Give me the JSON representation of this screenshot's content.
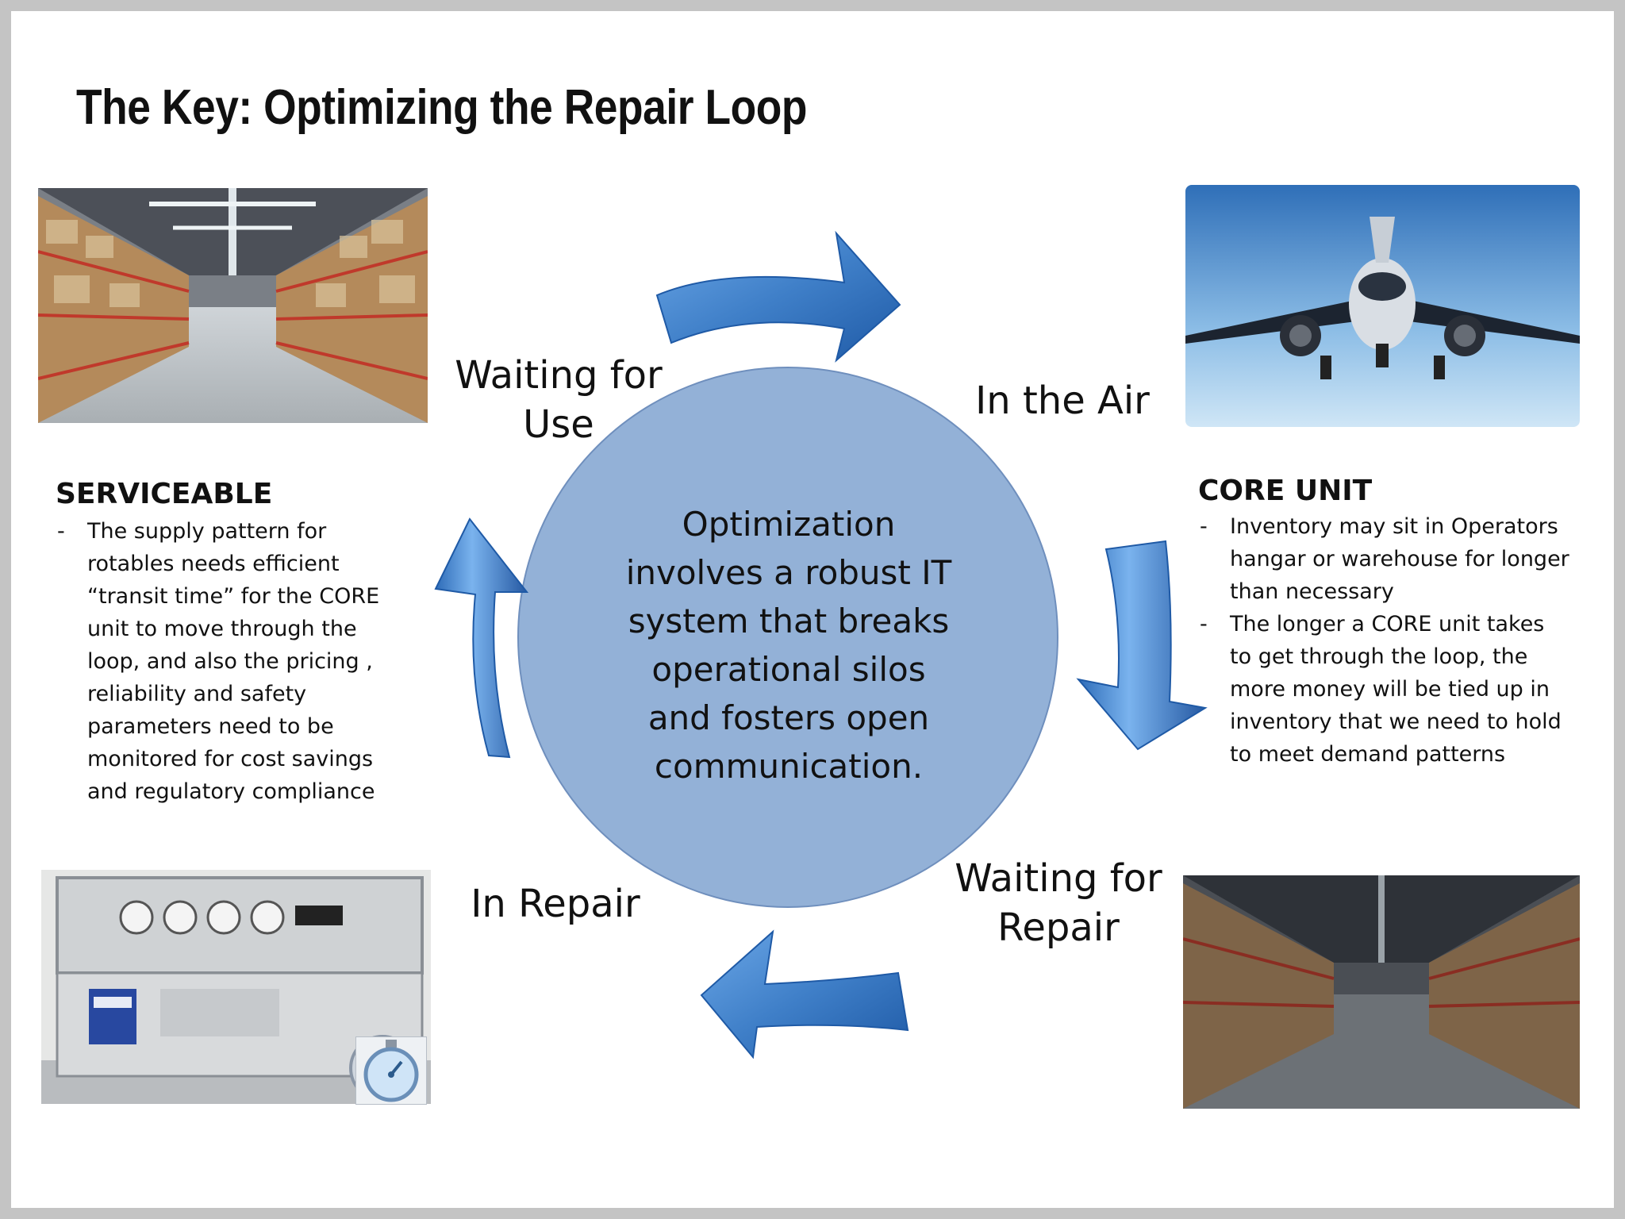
{
  "title": "The Key: Optimizing the Repair Loop",
  "loop": {
    "waiting_for_use": [
      "Waiting for",
      "Use"
    ],
    "in_the_air": "In the Air",
    "waiting_for_repair": [
      "Waiting for",
      "Repair"
    ],
    "in_repair": "In Repair"
  },
  "center_text": "Optimization involves a robust IT system that breaks operational silos and fosters open communication.",
  "serviceable": {
    "title": "SERVICEABLE",
    "bullets": [
      "The supply pattern for rotables needs efficient “transit time” for the CORE unit to move through the loop, and also the pricing , reliability and safety parameters need to be monitored for cost savings and regulatory compliance"
    ]
  },
  "core_unit": {
    "title": "CORE UNIT",
    "bullets": [
      "Inventory may sit in Operators hangar or warehouse for longer than necessary",
      "The longer a CORE unit takes to get through the loop, the more money will be tied up in inventory that we need to hold to meet demand patterns"
    ]
  },
  "icons": [
    "warehouse-photo",
    "airplane-photo",
    "test-bench-photo",
    "stopwatch-icon"
  ],
  "colors": {
    "circle": "#93b1d7",
    "arrow": "#3f7fc8",
    "arrow_dark": "#1f5aa6"
  }
}
